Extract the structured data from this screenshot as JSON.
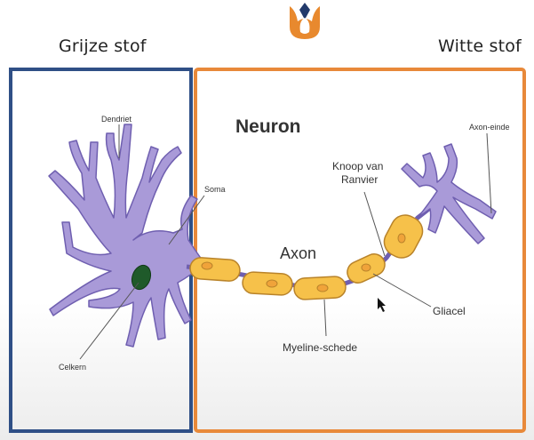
{
  "header": {
    "left_label": "Grijze stof",
    "right_label": "Witte stof"
  },
  "diagram": {
    "title": "Neuron",
    "labels": {
      "dendriet": "Dendriet",
      "soma": "Soma",
      "celkern": "Celkern",
      "axon": "Axon",
      "knoop_line1": "Knoop van",
      "knoop_line2": "Ranvier",
      "axon_einde": "Axon-einde",
      "gliacel": "Gliacel",
      "myeline": "Myeline-schede"
    }
  },
  "colors": {
    "grey_matter_frame": "#2f4f86",
    "white_matter_frame": "#e8893a",
    "cell_body": "#a99ad8",
    "nucleus": "#1f5a2a",
    "myelin": "#f6c14a",
    "logo_orange": "#e8892e",
    "logo_navy": "#223a6b"
  }
}
